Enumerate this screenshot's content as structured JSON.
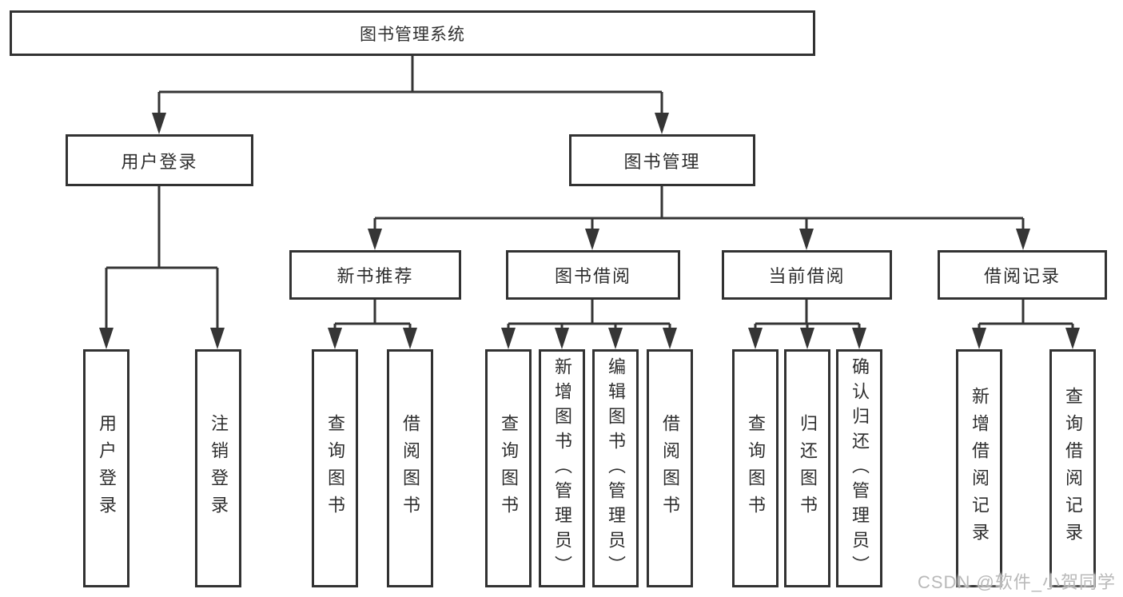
{
  "diagram": {
    "root": {
      "label": "图书管理系统"
    },
    "branches": [
      {
        "label": "用户登录",
        "children": [
          {
            "label": "用户登录"
          },
          {
            "label": "注销登录"
          }
        ]
      },
      {
        "label": "图书管理",
        "children": [
          {
            "label": "新书推荐",
            "children": [
              {
                "label": "查询图书"
              },
              {
                "label": "借阅图书"
              }
            ]
          },
          {
            "label": "图书借阅",
            "children": [
              {
                "label": "查询图书"
              },
              {
                "label": "新增图书（管理员）"
              },
              {
                "label": "编辑图书（管理员）"
              },
              {
                "label": "借阅图书"
              }
            ]
          },
          {
            "label": "当前借阅",
            "children": [
              {
                "label": "查询图书"
              },
              {
                "label": "归还图书"
              },
              {
                "label": "确认归还（管理员）"
              }
            ]
          },
          {
            "label": "借阅记录",
            "children": [
              {
                "label": "新增借阅记录"
              },
              {
                "label": "查询借阅记录"
              }
            ]
          }
        ]
      }
    ]
  },
  "watermark": {
    "text": "CSDN @软件_小贺同学"
  },
  "colors": {
    "line": "#353535",
    "box_border": "#323232",
    "text": "#2e2e2e",
    "watermark": "#b9b9b9",
    "background": "#ffffff"
  }
}
